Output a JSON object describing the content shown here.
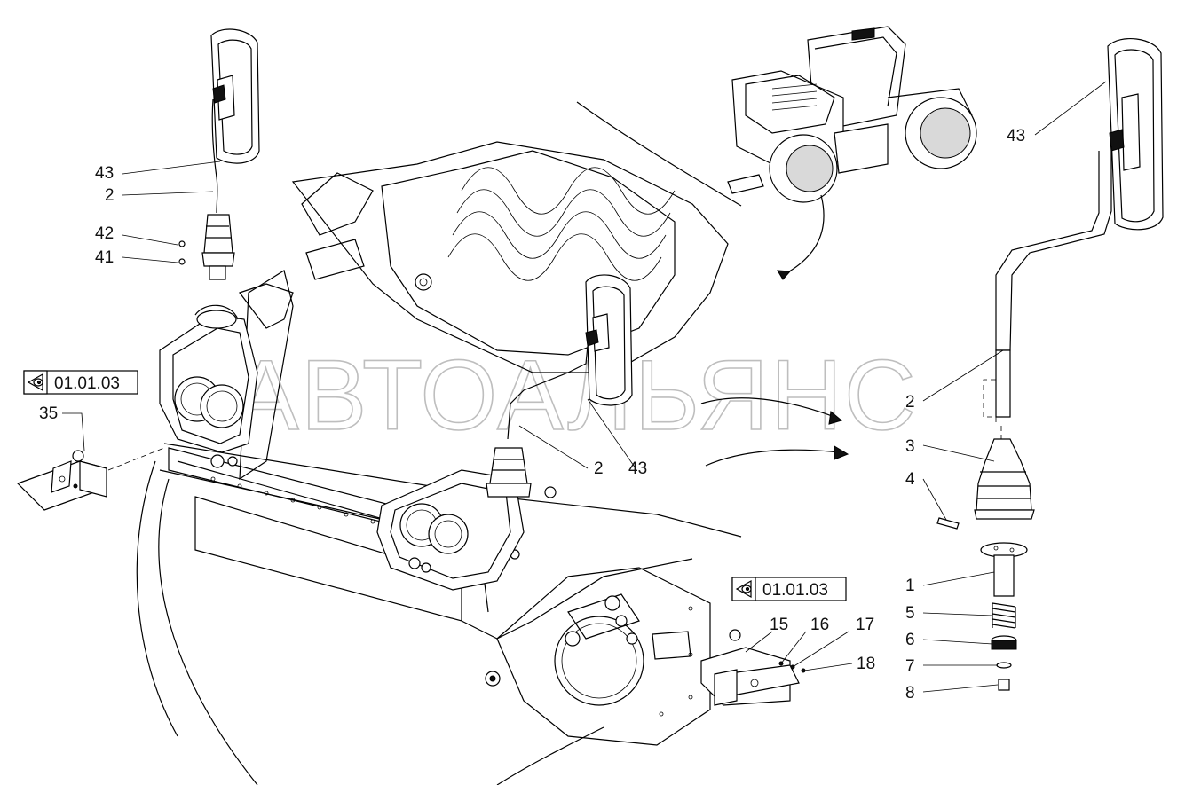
{
  "watermark": "АВТОАЛЬЯНС",
  "references": [
    {
      "id": "ref-left",
      "text": "01.01.03"
    },
    {
      "id": "ref-bottom",
      "text": "01.01.03"
    }
  ],
  "callouts": {
    "l43": "43",
    "l2": "2",
    "l42": "42",
    "l41": "41",
    "l35": "35",
    "c2": "2",
    "c43": "43",
    "r43": "43",
    "r2": "2",
    "r3": "3",
    "r4": "4",
    "r1": "1",
    "r5": "5",
    "r6": "6",
    "r7": "7",
    "r8": "8",
    "b15": "15",
    "b16": "16",
    "b17": "17",
    "b18": "18"
  },
  "icons": [
    "view-eye-icon"
  ]
}
